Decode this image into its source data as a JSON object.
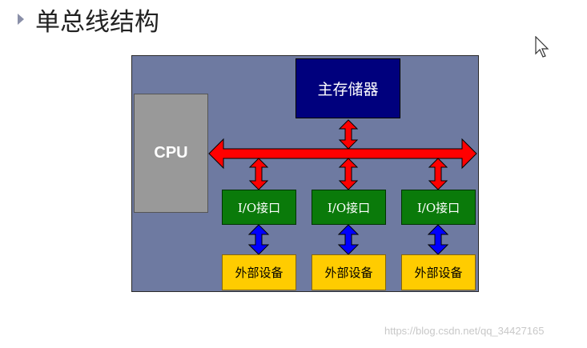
{
  "slide": {
    "title": "单总线结构",
    "watermark": "https://blog.csdn.net/qq_34427165"
  },
  "diagram": {
    "cpu_label": "CPU",
    "memory_label": "主存储器",
    "io_label": "I/O接口",
    "device_label": "外部设备",
    "colors": {
      "background": "#6e7aa1",
      "bus": "#ff0000",
      "device_link": "#0000ff",
      "cpu": "#999999",
      "memory": "#00007d",
      "io": "#0a7a0a",
      "device": "#ffcc00"
    }
  }
}
